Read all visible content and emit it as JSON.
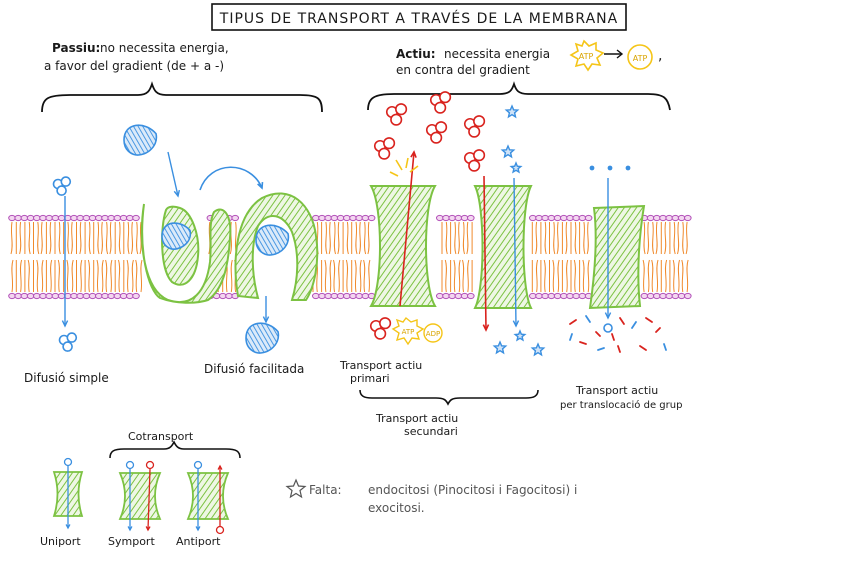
{
  "title": "TIPUS DE TRANSPORT A TRAVÉS DE LA MEMBRANA",
  "passive": {
    "label": "Passiu:",
    "desc_line1": "no necessita energia,",
    "desc_line2": "a favor del gradient (de + a -)"
  },
  "active": {
    "label": "Actiu:",
    "desc_line1": "necessita energia",
    "desc_line2": "en contra del gradient",
    "atp": "ATP",
    "adp": "ADP",
    "comma": ","
  },
  "labels": {
    "simple_diffusion": "Difusió simple",
    "facilitated_diffusion": "Difusió facilitada",
    "primary_active_line1": "Transport actiu",
    "primary_active_line2": "primari",
    "secondary_active_line1": "Transport actiu",
    "secondary_active_line2": "secundari",
    "group_translocation_line1": "Transport actiu",
    "group_translocation_line2": "per translocació de grup",
    "cotransport": "Cotransport",
    "uniport": "Uniport",
    "symport": "Symport",
    "antiport": "Antiport"
  },
  "note": {
    "prefix": "Falta:",
    "line1": "endocitosi (Pinocitosi i Fagocitosi) i",
    "line2": "exocitosi."
  },
  "colors": {
    "protein_green": "#7cc242",
    "molecule_blue": "#3a8fe0",
    "molecule_red": "#d9231e",
    "atp_yellow": "#f5c518",
    "lipid_tail_orange": "#f08a2c",
    "head_purple": "#b24fb8",
    "brace": "#111111"
  },
  "icons": [
    "star-icon"
  ]
}
